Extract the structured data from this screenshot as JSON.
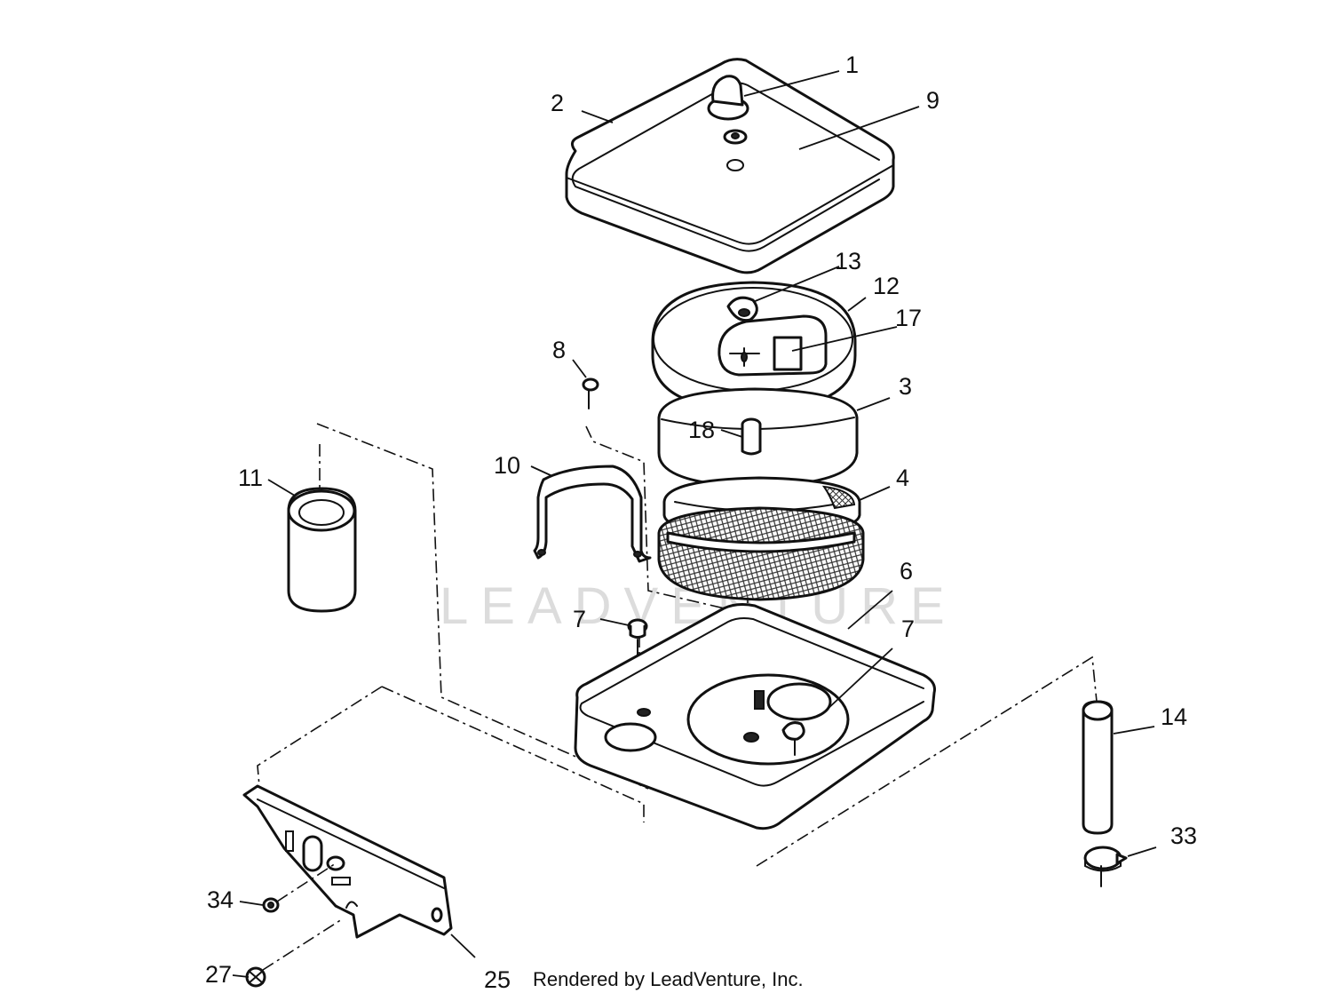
{
  "diagram": {
    "callouts": {
      "c1": "1",
      "c2": "2",
      "c9": "9",
      "c13": "13",
      "c12": "12",
      "c17": "17",
      "c8": "8",
      "c3": "3",
      "c18": "18",
      "c10": "10",
      "c11": "11",
      "c4": "4",
      "c6": "6",
      "c7a": "7",
      "c7b": "7",
      "c14": "14",
      "c33": "33",
      "c34": "34",
      "c27": "27",
      "c25": "25"
    },
    "watermark": "LEADVENTURE",
    "credit": "Rendered by LeadVenture, Inc."
  }
}
